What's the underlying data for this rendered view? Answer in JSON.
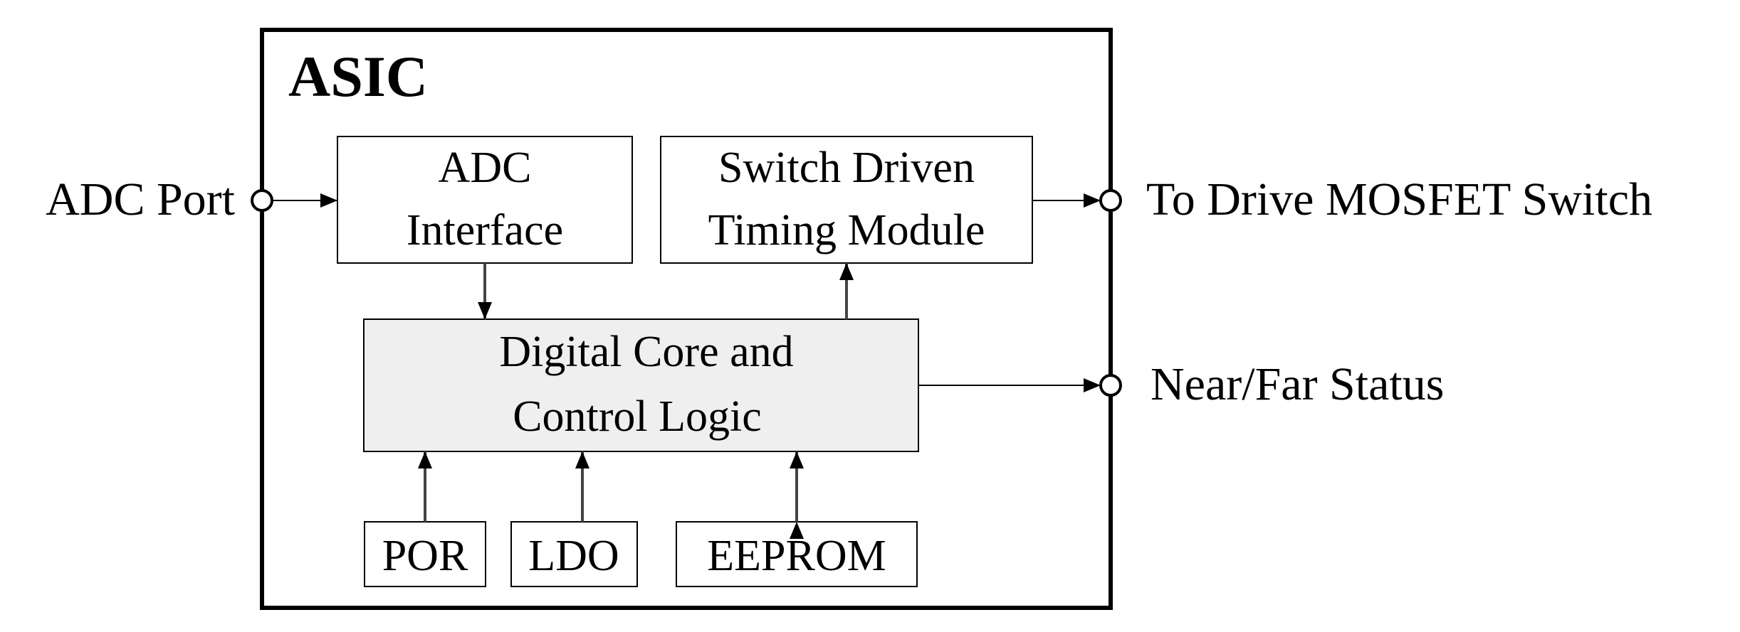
{
  "title": "ASIC",
  "blocks": {
    "adc_interface": [
      "ADC",
      "Interface"
    ],
    "timing_module": [
      "Switch Driven",
      "Timing Module"
    ],
    "digital_core": [
      "Digital Core and",
      "Control Logic"
    ],
    "por": "POR",
    "ldo": "LDO",
    "eeprom": "EEPROM"
  },
  "ports": {
    "adc_port": "ADC Port",
    "drive_mosfet": "To Drive MOSFET Switch",
    "near_far": "Near/Far Status"
  },
  "colors": {
    "line": "#000000",
    "arrow": "#444444",
    "core_fill": "#efefef",
    "box_fill": "#ffffff"
  }
}
